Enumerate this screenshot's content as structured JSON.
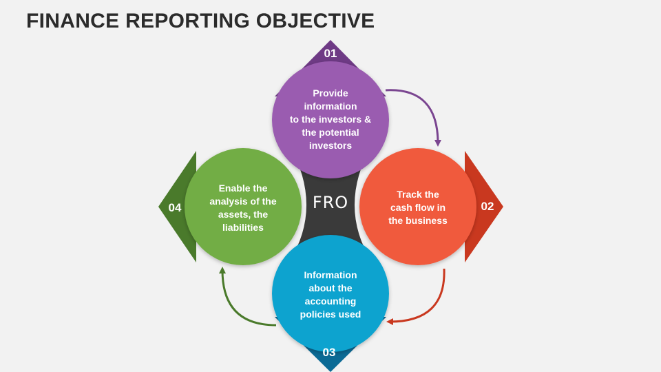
{
  "title": "FINANCE REPORTING OBJECTIVE",
  "center_label": "FRO",
  "colors": {
    "purple": "#9a5bb0",
    "purple_dark": "#6e3a85",
    "orange": "#f05a3c",
    "orange_dark": "#c9381f",
    "blue": "#0ba3cf",
    "blue_dark": "#0b6a95",
    "green": "#72ad44",
    "green_dark": "#4a7a2b",
    "center": "#3a3a3a",
    "background": "#f2f2f2"
  },
  "steps": [
    {
      "number": "01",
      "text": "Provide\ninformation\nto the investors &\nthe potential\ninvestors"
    },
    {
      "number": "02",
      "text": "Track the\ncash flow in\nthe business"
    },
    {
      "number": "03",
      "text": "Information\nabout the\naccounting\npolicies used"
    },
    {
      "number": "04",
      "text": "Enable the\nanalysis of the\nassets, the\nliabilities"
    }
  ]
}
